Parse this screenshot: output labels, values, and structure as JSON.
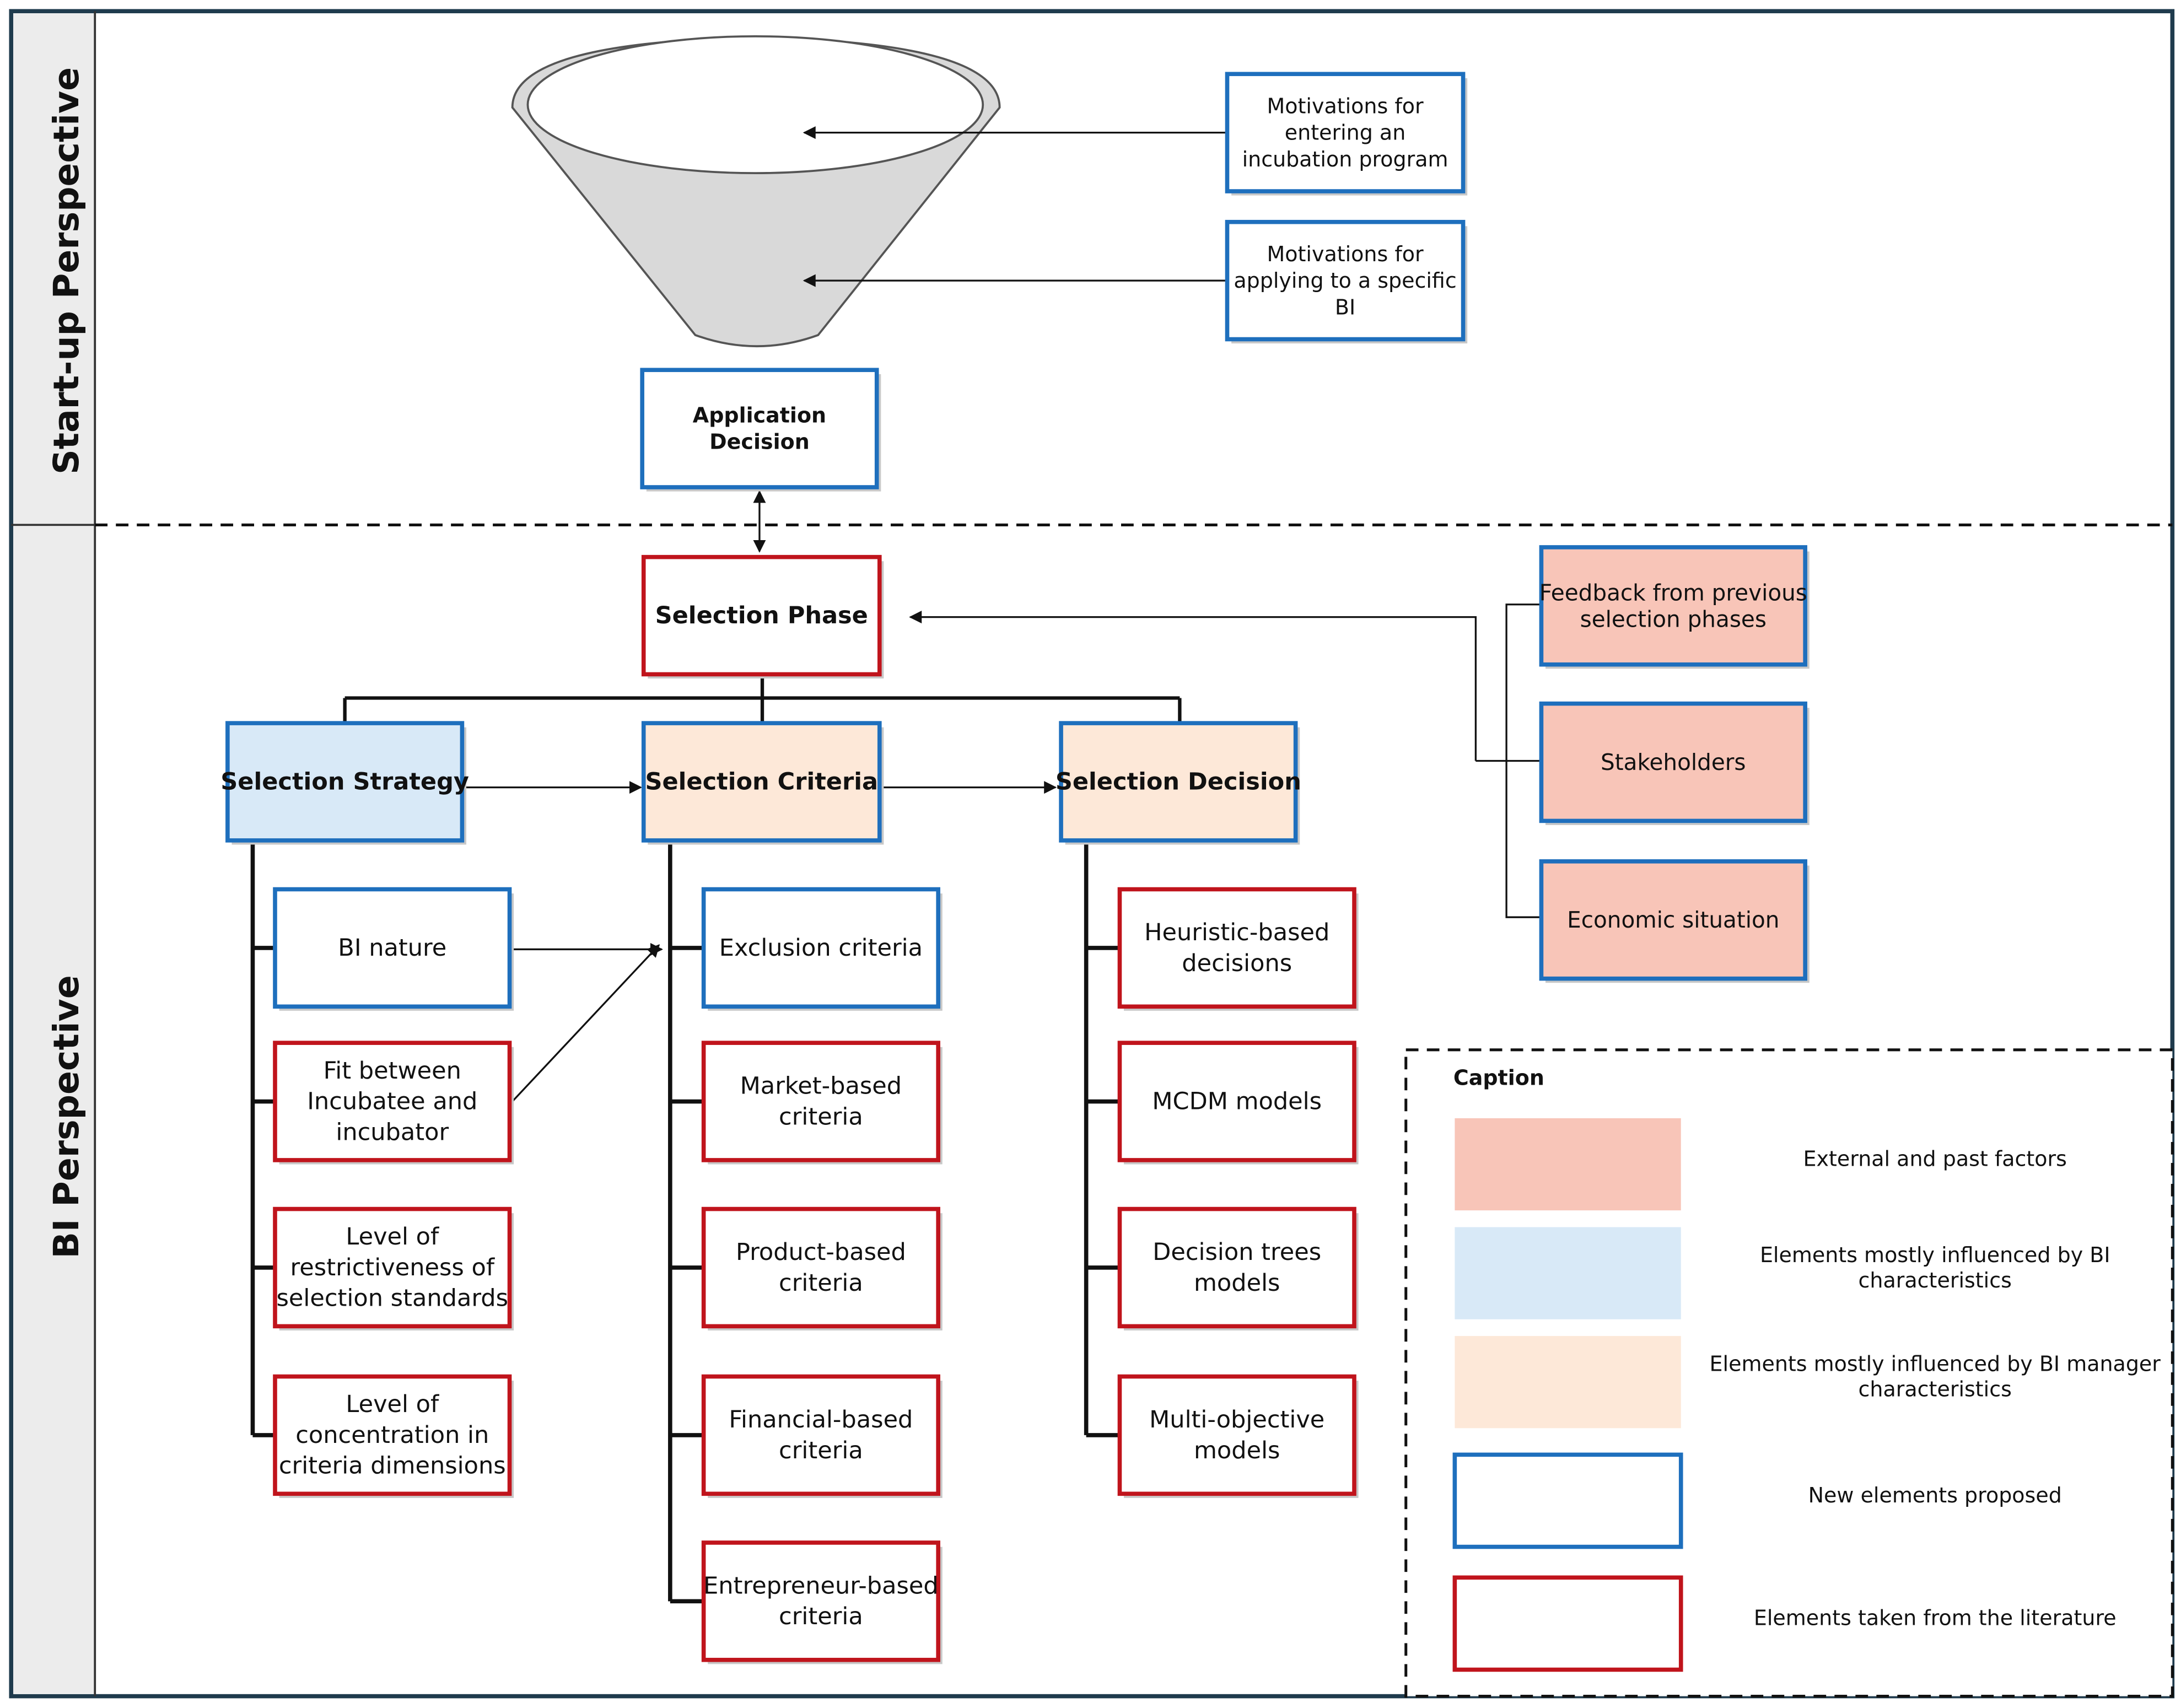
{
  "lanes": {
    "startup": "Start-up Perspective",
    "bi": "BI Perspective"
  },
  "funnel": {
    "motivations_entering": [
      "Motivations for",
      "entering an",
      "incubation program"
    ],
    "motivations_applying": [
      "Motivations for",
      "applying to a specific",
      "BI"
    ]
  },
  "application_decision": [
    "Application",
    "Decision"
  ],
  "selection_phase": "Selection Phase",
  "phases": {
    "strategy": "Selection Strategy",
    "criteria": "Selection Criteria",
    "decision": "Selection Decision"
  },
  "strategy_items": [
    [
      "BI nature"
    ],
    [
      "Fit between",
      "Incubatee and",
      "incubator"
    ],
    [
      "Level of",
      "restrictiveness of",
      "selection standards"
    ],
    [
      "Level of",
      "concentration in",
      "criteria dimensions"
    ]
  ],
  "criteria_items": [
    [
      "Exclusion criteria"
    ],
    [
      "Market-based",
      "criteria"
    ],
    [
      "Product-based",
      "criteria"
    ],
    [
      "Financial-based",
      "criteria"
    ],
    [
      "Entrepreneur-based",
      "criteria"
    ]
  ],
  "decision_items": [
    [
      "Heuristic-based",
      "decisions"
    ],
    [
      "MCDM models"
    ],
    [
      "Decision trees",
      "models"
    ],
    [
      "Multi-objective",
      "models"
    ]
  ],
  "external_factors": [
    [
      "Feedback from previous",
      "selection phases"
    ],
    [
      "Stakeholders"
    ],
    [
      "Economic situation"
    ]
  ],
  "caption": {
    "title": "Caption",
    "items": [
      [
        "External and past factors"
      ],
      [
        "Elements mostly influenced by BI",
        "characteristics"
      ],
      [
        "Elements mostly influenced by BI manager",
        "characteristics"
      ],
      [
        "New elements proposed"
      ],
      [
        "Elements taken from the literature"
      ]
    ]
  },
  "colors": {
    "frame": "#1f3b4d",
    "blue_border": "#1e6fbd",
    "red_border": "#c0141c",
    "external_fill": "#f8c5b8",
    "bi_fill": "#d8e9f7",
    "manager_fill": "#fde8d8",
    "lane_header": "#ececec"
  }
}
